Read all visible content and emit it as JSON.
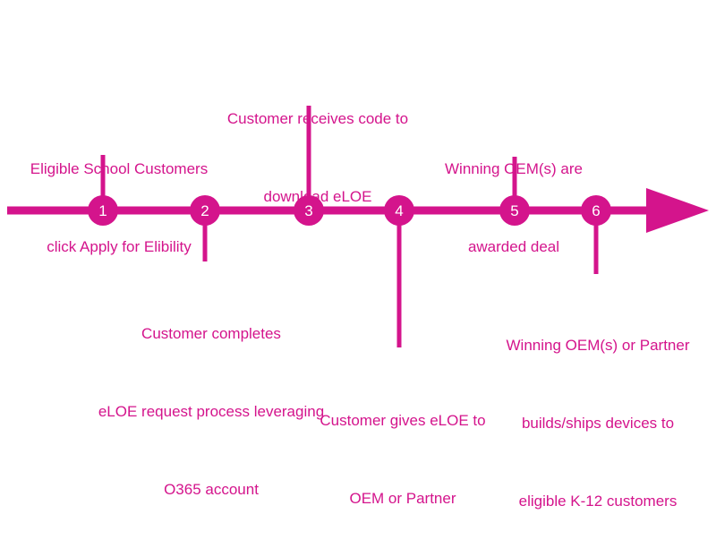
{
  "colors": {
    "accent": "#d4148c",
    "marker_text": "#ffffff"
  },
  "steps": [
    {
      "number": "1",
      "lines": [
        "Eligible School Customers",
        "click Apply for Elibility"
      ],
      "side": "above"
    },
    {
      "number": "2",
      "lines": [
        "Customer completes",
        "eLOE request process leveraging",
        "O365 account"
      ],
      "side": "below"
    },
    {
      "number": "3",
      "lines": [
        "Customer receives code to",
        "download eLOE"
      ],
      "side": "above"
    },
    {
      "number": "4",
      "lines": [
        "Customer gives eLOE to",
        "OEM or Partner"
      ],
      "side": "below"
    },
    {
      "number": "5",
      "lines": [
        "Winning OEM(s) are",
        "awarded deal"
      ],
      "side": "above"
    },
    {
      "number": "6",
      "lines": [
        "Winning OEM(s) or Partner",
        "builds/ships devices to",
        "eligible K-12 customers"
      ],
      "side": "below"
    }
  ]
}
